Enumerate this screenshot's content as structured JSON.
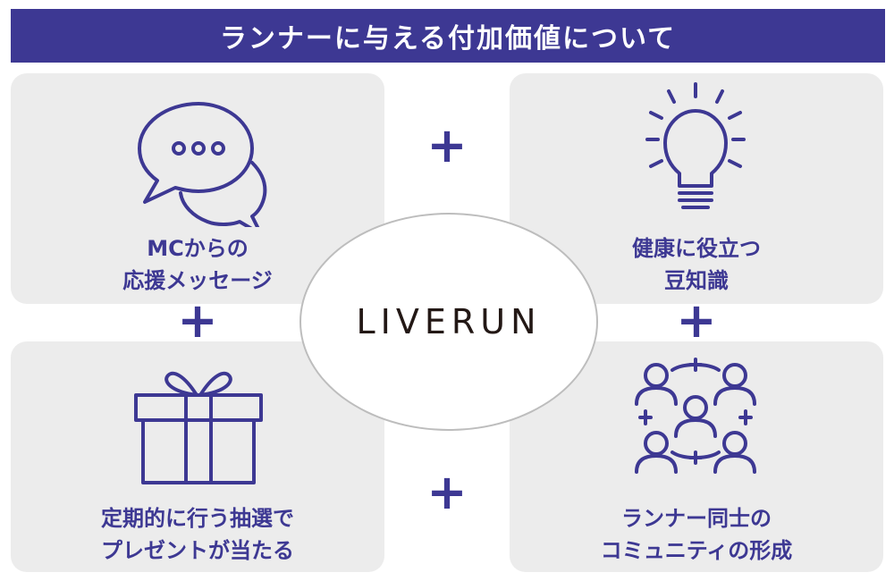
{
  "title": "ランナーに与える付加価値について",
  "center": {
    "brand": "LIVERUN"
  },
  "cards": {
    "top_left": {
      "line1": "MCからの",
      "line2": "応援メッセージ",
      "icon": "chat-bubbles-icon"
    },
    "top_right": {
      "line1": "健康に役立つ",
      "line2": "豆知識",
      "icon": "light-bulb-icon"
    },
    "bottom_left": {
      "line1": "定期的に行う抽選で",
      "line2": "プレゼントが当たる",
      "icon": "gift-box-icon"
    },
    "bottom_right": {
      "line1": "ランナー同士の",
      "line2": "コミュニティの形成",
      "icon": "community-icon"
    }
  },
  "plus_symbol": "+",
  "colors": {
    "accent": "#3d3893",
    "card_bg": "#ececec",
    "brand_text": "#231815"
  }
}
